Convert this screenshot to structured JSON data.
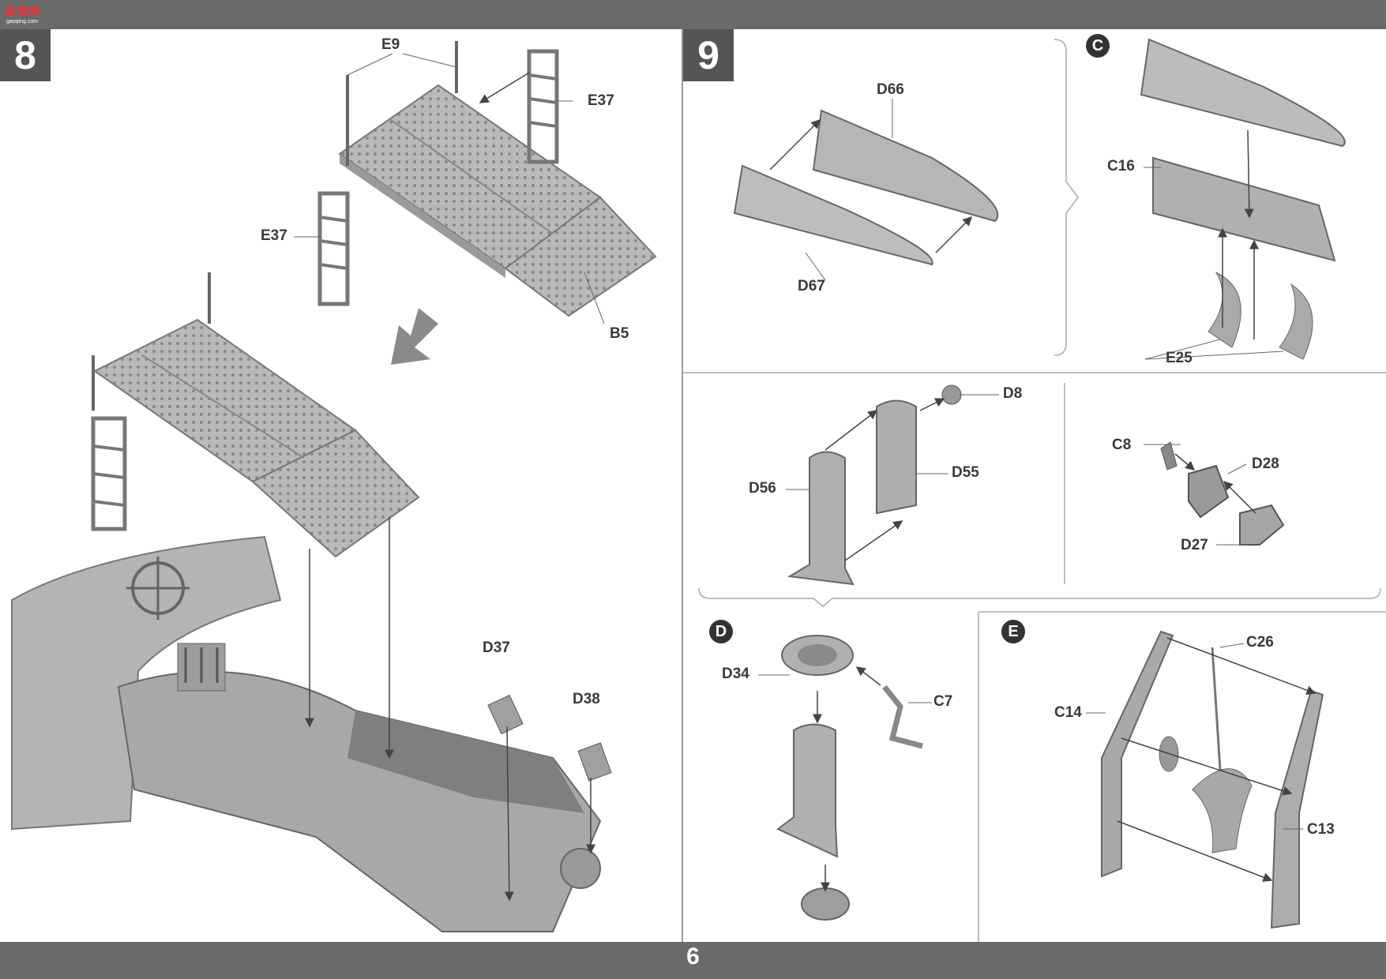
{
  "header": {
    "logo_text": "高清网",
    "logo_sub": "gaoqing.com"
  },
  "steps": {
    "step8": "8",
    "step9": "9"
  },
  "subassemblies": {
    "c": "C",
    "d": "D",
    "e": "E"
  },
  "parts": {
    "e9": "E9",
    "e37_top": "E37",
    "e37_left": "E37",
    "b5": "B5",
    "d37": "D37",
    "d38": "D38",
    "d66": "D66",
    "d67": "D67",
    "c16": "C16",
    "e25": "E25",
    "d8": "D8",
    "d55": "D55",
    "d56": "D56",
    "c8": "C8",
    "d28": "D28",
    "d27": "D27",
    "d34": "D34",
    "c7": "C7",
    "c26": "C26",
    "c14": "C14",
    "c13": "C13"
  },
  "footer": {
    "page_number": "6"
  }
}
